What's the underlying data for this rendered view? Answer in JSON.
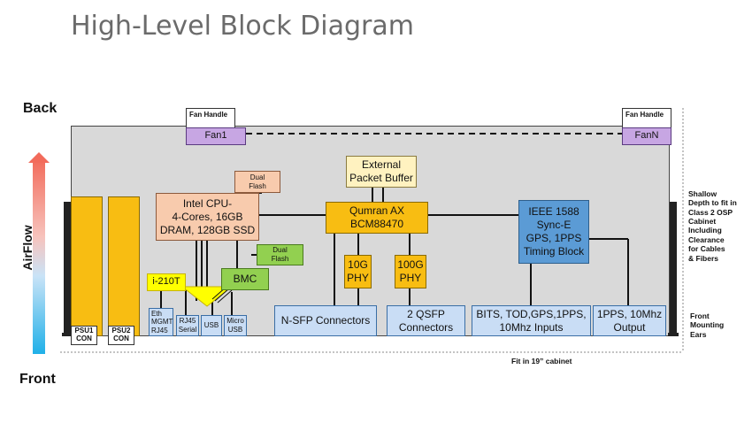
{
  "title": "High-Level Block Diagram",
  "sides": {
    "back": "Back",
    "front": "Front",
    "airflow": "AirFlow"
  },
  "fans": [
    {
      "handle": "Fan Handle",
      "label": "Fan1"
    },
    {
      "handle": "Fan Handle",
      "label": "FanN"
    }
  ],
  "blocks": {
    "cpu": "Intel CPU-\n4-Cores, 16GB\nDRAM, 128GB SSD",
    "dual_flash_1": "Dual\nFlash",
    "dual_flash_2": "Dual\nFlash",
    "bmc": "BMC",
    "i210t": "i-210T",
    "external_buffer": "External\nPacket Buffer",
    "qumran": "Qumran AX\nBCM88470",
    "phy10g": "10G\nPHY",
    "phy100g": "100G\nPHY",
    "ieee": "IEEE 1588\nSync-E\nGPS, 1PPS\nTiming Block",
    "eth_mgmt": "Eth\nMGMT\nRJ45",
    "rj45_serial": "RJ45\nSerial",
    "usb": "USB",
    "micro_usb": "Micro\nUSB",
    "nsfp": "N-SFP Connectors",
    "qsfp": "2 QSFP\nConnectors",
    "bits": "BITS, TOD,GPS,1PPS,\n10Mhz Inputs",
    "pps_out": "1PPS, 10Mhz\nOutput"
  },
  "psus": [
    {
      "label": "PSU1\nCON"
    },
    {
      "label": "PSU2\nCON"
    }
  ],
  "annotations": {
    "shallow": "Shallow\nDepth to fit in\nClass 2 OSP\nCabinet\nIncluding\nClearance\nfor Cables\n& Fibers",
    "front_ears": "Front\nMounting\nEars",
    "cabinet": "Fit in 19” cabinet"
  },
  "colors": {
    "chassis": "#d9d9d9",
    "cpu": "#f8cbad",
    "qumran": "#f8bd12",
    "external_buffer": "#fff2c0",
    "ieee": "#5b9bd5",
    "bmc": "#92d050",
    "i210t": "#ffff00",
    "fan": "#c7a6e3",
    "connector": "#c9ddf5"
  }
}
